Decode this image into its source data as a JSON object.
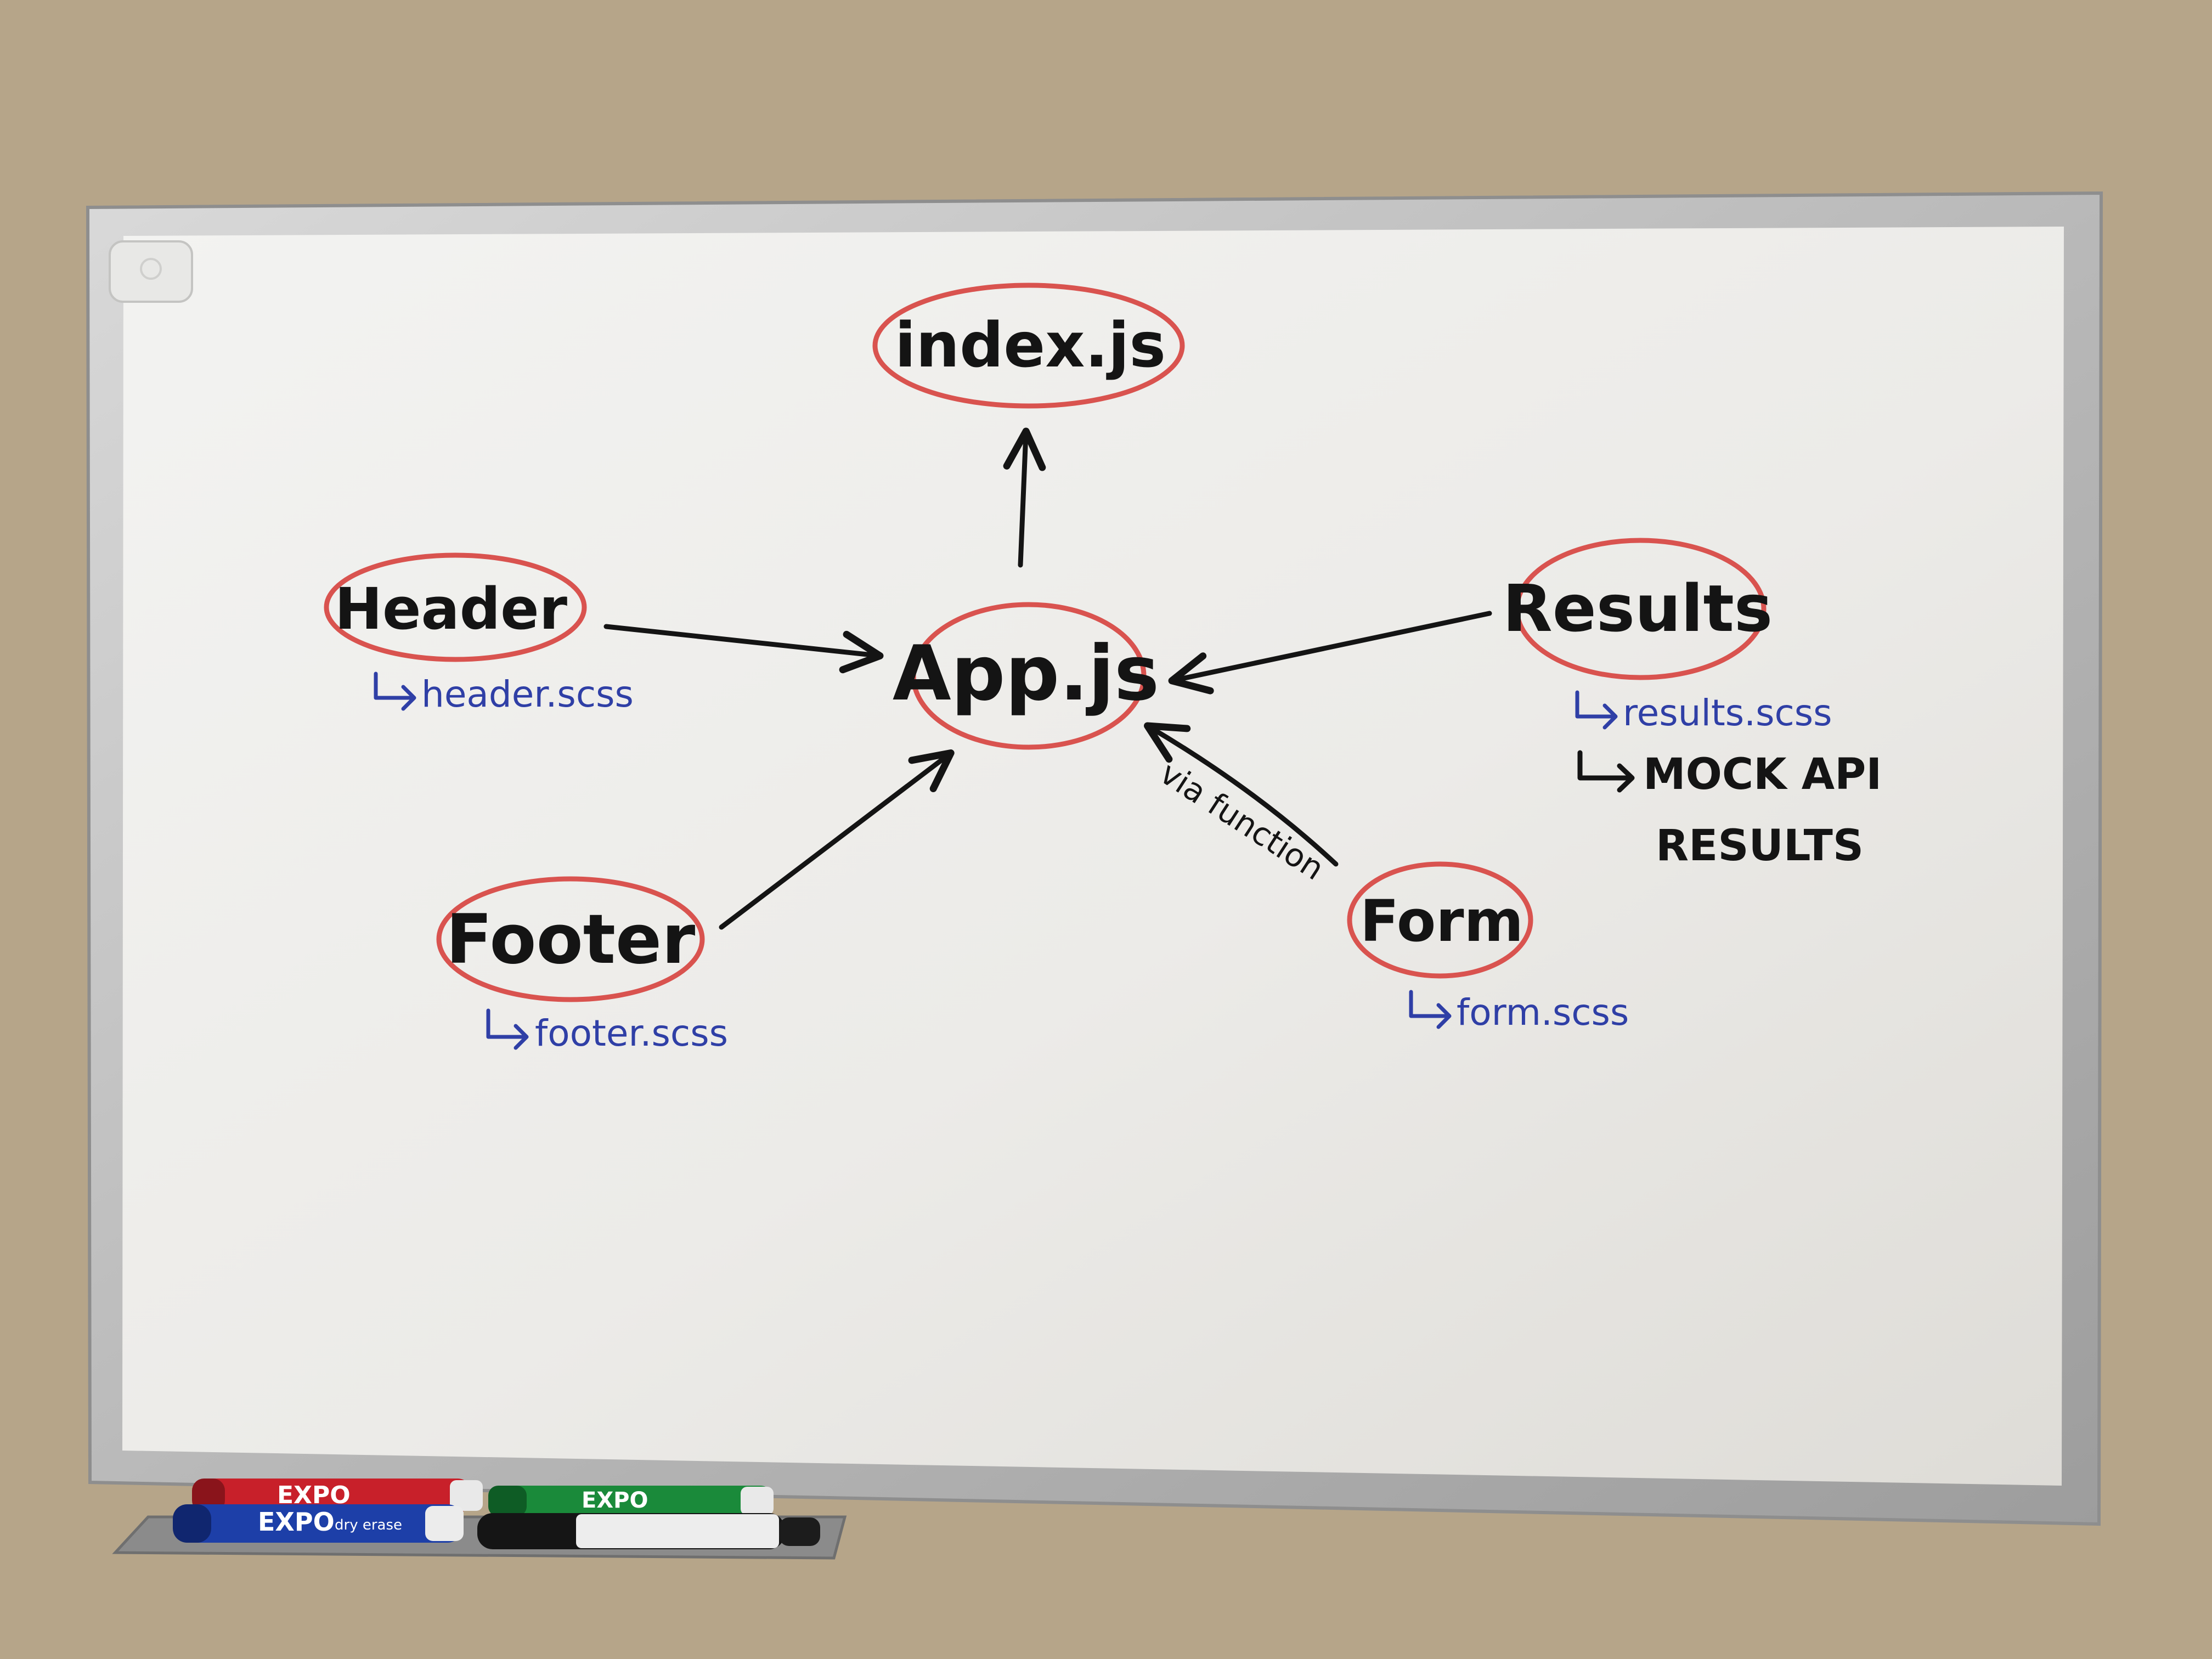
{
  "nodes": {
    "index": "index.js",
    "app": "App.js",
    "header": "Header",
    "footer": "Footer",
    "results": "Results",
    "form": "Form"
  },
  "styles": {
    "header": "header.scss",
    "footer": "footer.scss",
    "results": "results.scss",
    "form": "form.scss"
  },
  "notes": {
    "mock_line1": "MOCK API",
    "mock_line2": "RESULTS",
    "via": "via function"
  },
  "markers": {
    "red_label": "EXPO",
    "blue_label": "EXPO",
    "blue_sub": "dry erase",
    "green_label": "EXPO"
  },
  "colors": {
    "circle_red": "#d9534f",
    "ink_black": "#141414",
    "ink_blue": "#2f3fa6",
    "marker_red": "#c8202a",
    "marker_blue": "#1d3fa8",
    "marker_green": "#1a8a3a"
  }
}
